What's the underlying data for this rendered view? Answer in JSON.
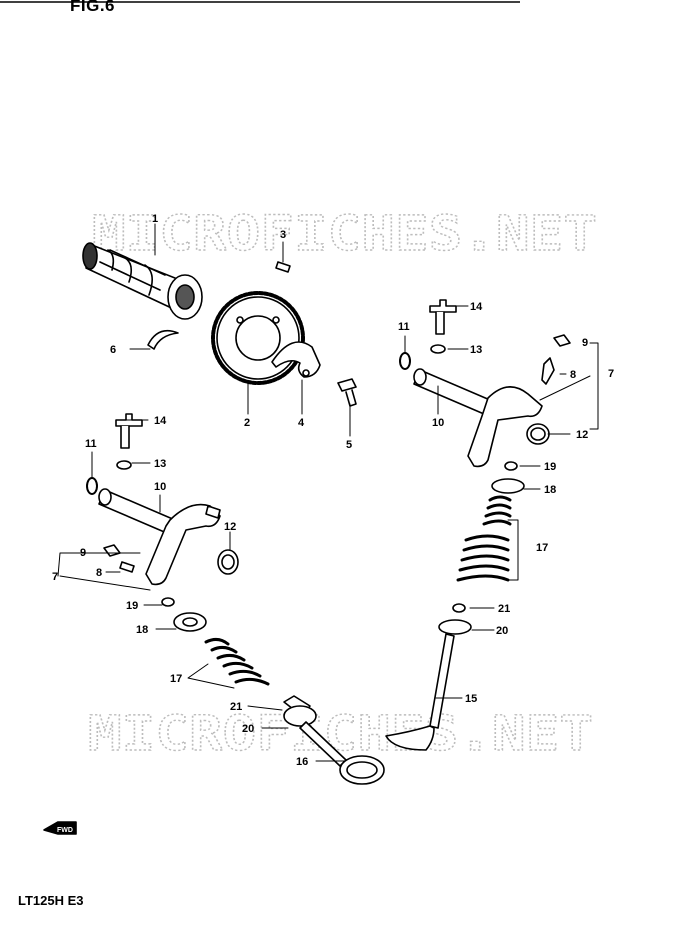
{
  "title": "FIG.6",
  "model": "LT125H E3",
  "watermark": "MICROFICHES.NET",
  "front_mark": "FWD",
  "callouts": [
    {
      "id": "c1",
      "num": "1"
    },
    {
      "id": "c2",
      "num": "2"
    },
    {
      "id": "c3",
      "num": "3"
    },
    {
      "id": "c4",
      "num": "4"
    },
    {
      "id": "c5",
      "num": "5"
    },
    {
      "id": "c6",
      "num": "6"
    },
    {
      "id": "c7a",
      "num": "7"
    },
    {
      "id": "c7b",
      "num": "7"
    },
    {
      "id": "c8a",
      "num": "8"
    },
    {
      "id": "c8b",
      "num": "8"
    },
    {
      "id": "c9a",
      "num": "9"
    },
    {
      "id": "c9b",
      "num": "9"
    },
    {
      "id": "c10a",
      "num": "10"
    },
    {
      "id": "c10b",
      "num": "10"
    },
    {
      "id": "c11a",
      "num": "11"
    },
    {
      "id": "c11b",
      "num": "11"
    },
    {
      "id": "c12a",
      "num": "12"
    },
    {
      "id": "c12b",
      "num": "12"
    },
    {
      "id": "c13a",
      "num": "13"
    },
    {
      "id": "c13b",
      "num": "13"
    },
    {
      "id": "c14a",
      "num": "14"
    },
    {
      "id": "c14b",
      "num": "14"
    },
    {
      "id": "c15",
      "num": "15"
    },
    {
      "id": "c16",
      "num": "16"
    },
    {
      "id": "c17a",
      "num": "17"
    },
    {
      "id": "c17b",
      "num": "17"
    },
    {
      "id": "c18a",
      "num": "18"
    },
    {
      "id": "c18b",
      "num": "18"
    },
    {
      "id": "c19a",
      "num": "19"
    },
    {
      "id": "c19b",
      "num": "19"
    },
    {
      "id": "c20a",
      "num": "20"
    },
    {
      "id": "c20b",
      "num": "20"
    },
    {
      "id": "c21a",
      "num": "21"
    },
    {
      "id": "c21b",
      "num": "21"
    }
  ]
}
